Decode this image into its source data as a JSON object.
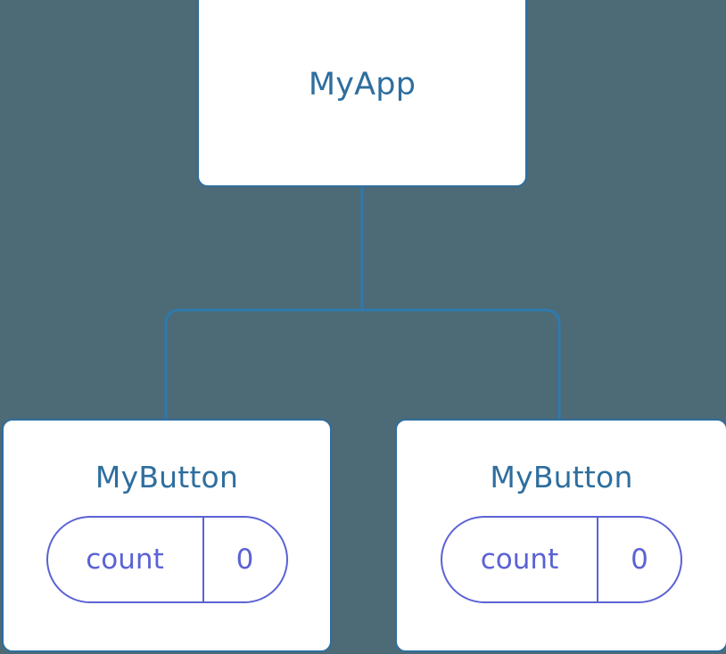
{
  "diagram": {
    "type": "component-tree",
    "background_color": "#4d6a77",
    "node_border_color": "#2e6e9e",
    "node_fill_color": "#ffffff",
    "node_text_color": "#2e6e9e",
    "state_accent_color": "#5b62d4",
    "edge_color": "#2e7aad"
  },
  "root": {
    "label": "MyApp"
  },
  "children": [
    {
      "label": "MyButton",
      "state": {
        "key": "count",
        "value": "0"
      }
    },
    {
      "label": "MyButton",
      "state": {
        "key": "count",
        "value": "0"
      }
    }
  ]
}
